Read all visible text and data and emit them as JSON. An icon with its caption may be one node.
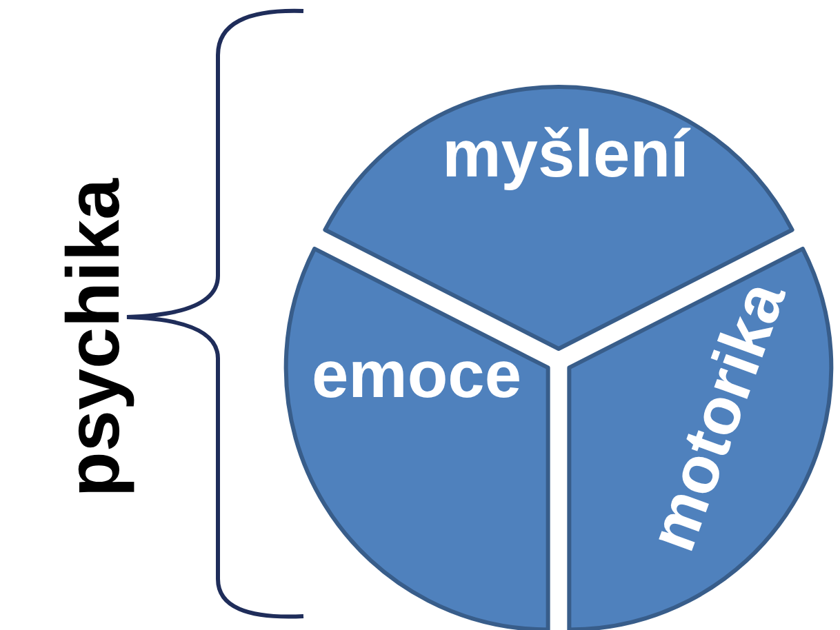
{
  "diagram": {
    "nodes": [
      {
        "text": [
          "myšlení"
        ]
      },
      {
        "text": [
          "emoce"
        ]
      },
      {
        "text": [
          "motorika"
        ]
      }
    ],
    "labels": [
      "psychika"
    ]
  }
}
